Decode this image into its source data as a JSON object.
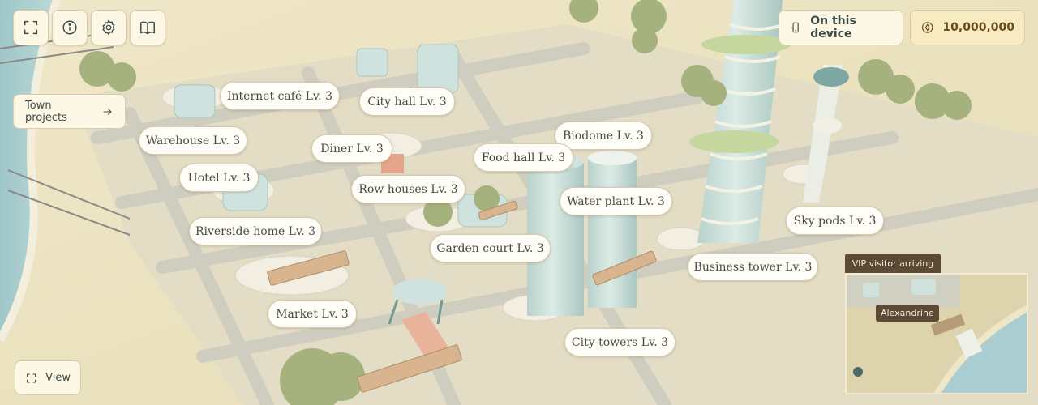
{
  "toolbar": {
    "fullscreen_icon": "fullscreen-icon",
    "info_icon": "info-icon",
    "settings_icon": "gear-icon",
    "guide_icon": "book-icon"
  },
  "save": {
    "label": "On this device",
    "icon": "phone-icon"
  },
  "currency": {
    "amount": "10,000,000",
    "icon": "coin-icon"
  },
  "projects": {
    "label": "Town projects",
    "icon": "arrow-right-icon"
  },
  "view": {
    "label": "View",
    "icon": "frame-icon"
  },
  "buildings": [
    {
      "label": "Internet café Lv. 3"
    },
    {
      "label": "City hall Lv. 3"
    },
    {
      "label": "Warehouse Lv. 3"
    },
    {
      "label": "Diner Lv. 3"
    },
    {
      "label": "Biodome Lv. 3"
    },
    {
      "label": "Food hall Lv. 3"
    },
    {
      "label": "Hotel Lv. 3"
    },
    {
      "label": "Row houses Lv. 3"
    },
    {
      "label": "Water plant Lv. 3"
    },
    {
      "label": "Riverside home Lv. 3"
    },
    {
      "label": "Sky pods Lv. 3"
    },
    {
      "label": "Garden court Lv. 3"
    },
    {
      "label": "Business tower Lv. 3"
    },
    {
      "label": "Market Lv. 3"
    },
    {
      "label": "City towers Lv. 3"
    }
  ],
  "visitor": {
    "status": "VIP visitor arriving",
    "name": "Alexandrine"
  },
  "colors": {
    "sand": "#ece4c4",
    "road": "#d4d3c6",
    "water": "#a9cdd0",
    "tower": "#cfe2dd",
    "foliage": "#a6b27e",
    "panel": "#fdf7e6",
    "badge": "#5c4a36"
  }
}
